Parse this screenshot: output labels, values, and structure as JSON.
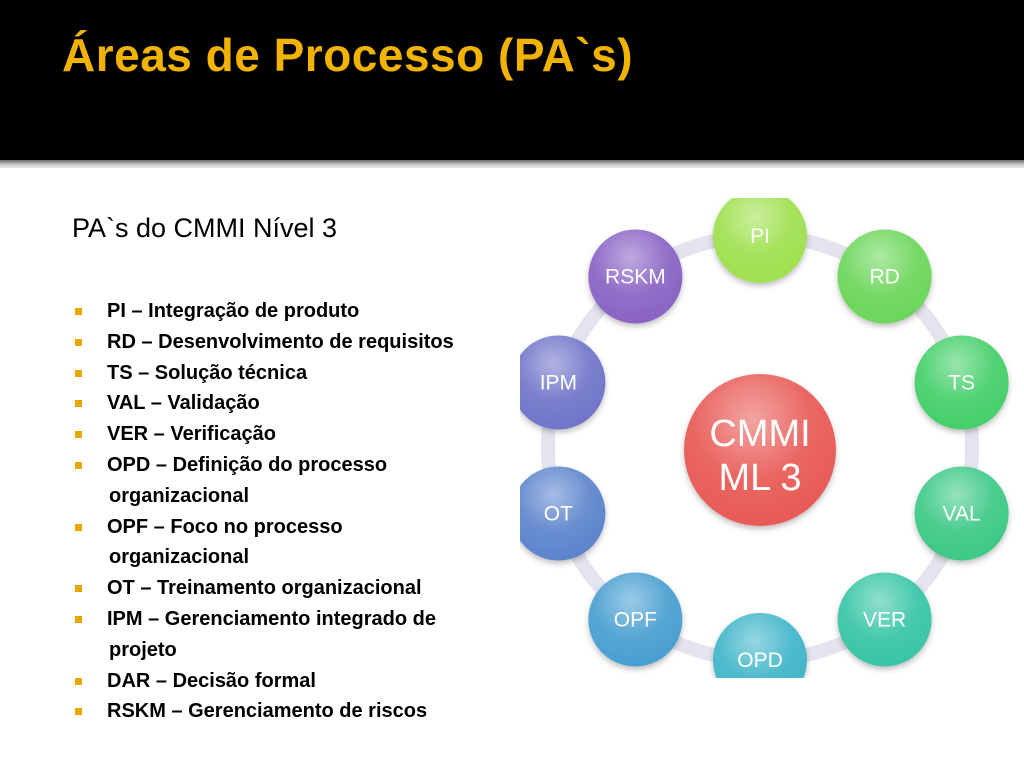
{
  "slide": {
    "title": "Áreas de Processo (PA`s)",
    "subtitle": "PA`s do CMMI Nível 3"
  },
  "items": [
    {
      "text": "PI – Integração de produto",
      "cont": ""
    },
    {
      "text": "RD – Desenvolvimento de requisitos",
      "cont": ""
    },
    {
      "text": "TS – Solução técnica",
      "cont": ""
    },
    {
      "text": "VAL – Validação",
      "cont": ""
    },
    {
      "text": "VER – Verificação",
      "cont": ""
    },
    {
      "text": "OPD – Definição do processo",
      "cont": "organizacional"
    },
    {
      "text": "OPF – Foco no processo",
      "cont": "organizacional"
    },
    {
      "text": "OT – Treinamento organizacional",
      "cont": ""
    },
    {
      "text": "IPM – Gerenciamento integrado de",
      "cont": "projeto"
    },
    {
      "text": "DAR – Decisão formal",
      "cont": ""
    },
    {
      "text": "RSKM – Gerenciamento de riscos",
      "cont": ""
    }
  ],
  "diagram": {
    "center_line1": "CMMI",
    "center_line2": "ML 3",
    "nodes": [
      "PI",
      "RD",
      "TS",
      "VAL",
      "VER",
      "OPD",
      "OPF",
      "OT",
      "IPM",
      "RSKM"
    ]
  },
  "colors": {
    "title": "#f2b300",
    "bullet": "#e6a800",
    "center": "#e85a55",
    "nodes": [
      "#9fe04f",
      "#6cd65a",
      "#45cf6a",
      "#3cc986",
      "#38c5a5",
      "#3fb5c9",
      "#4a9fd1",
      "#5b84cc",
      "#6f74c9",
      "#8a63c4"
    ]
  }
}
